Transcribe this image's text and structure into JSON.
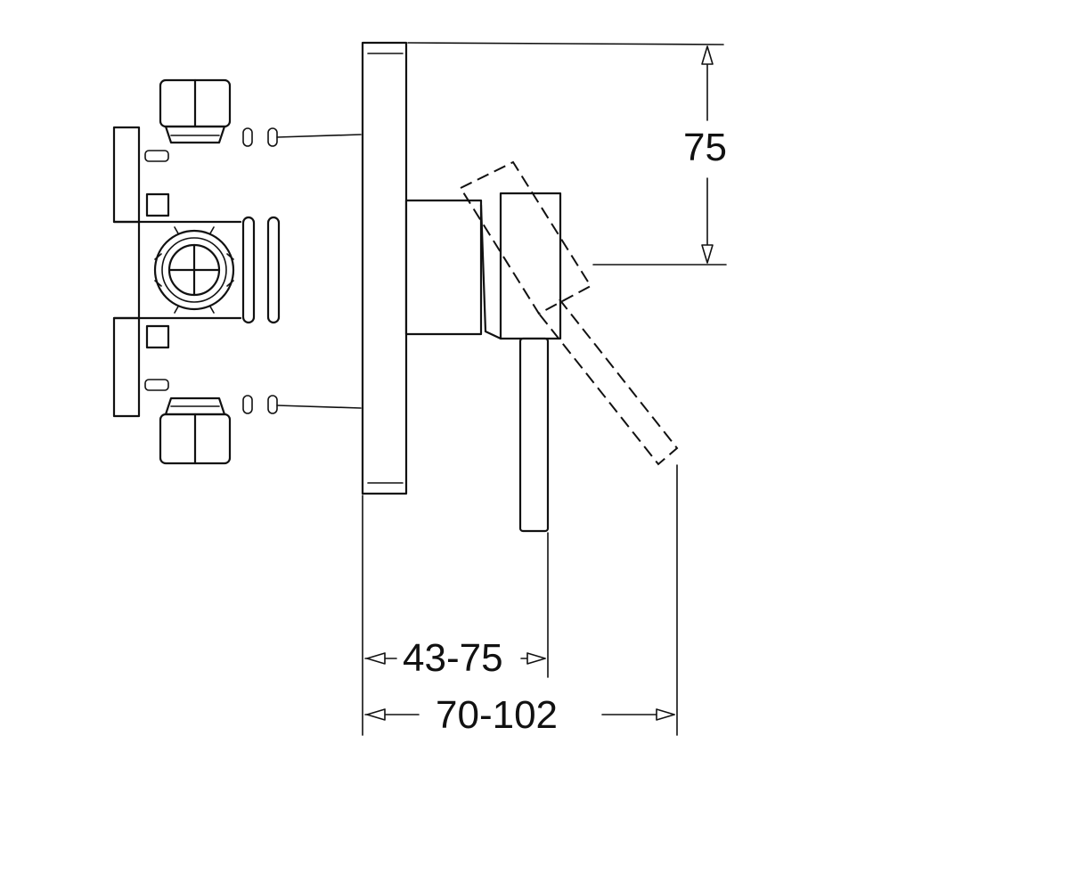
{
  "dimensions": {
    "height_label": "75",
    "depth_lever_label": "43-75",
    "depth_total_label": "70-102"
  }
}
